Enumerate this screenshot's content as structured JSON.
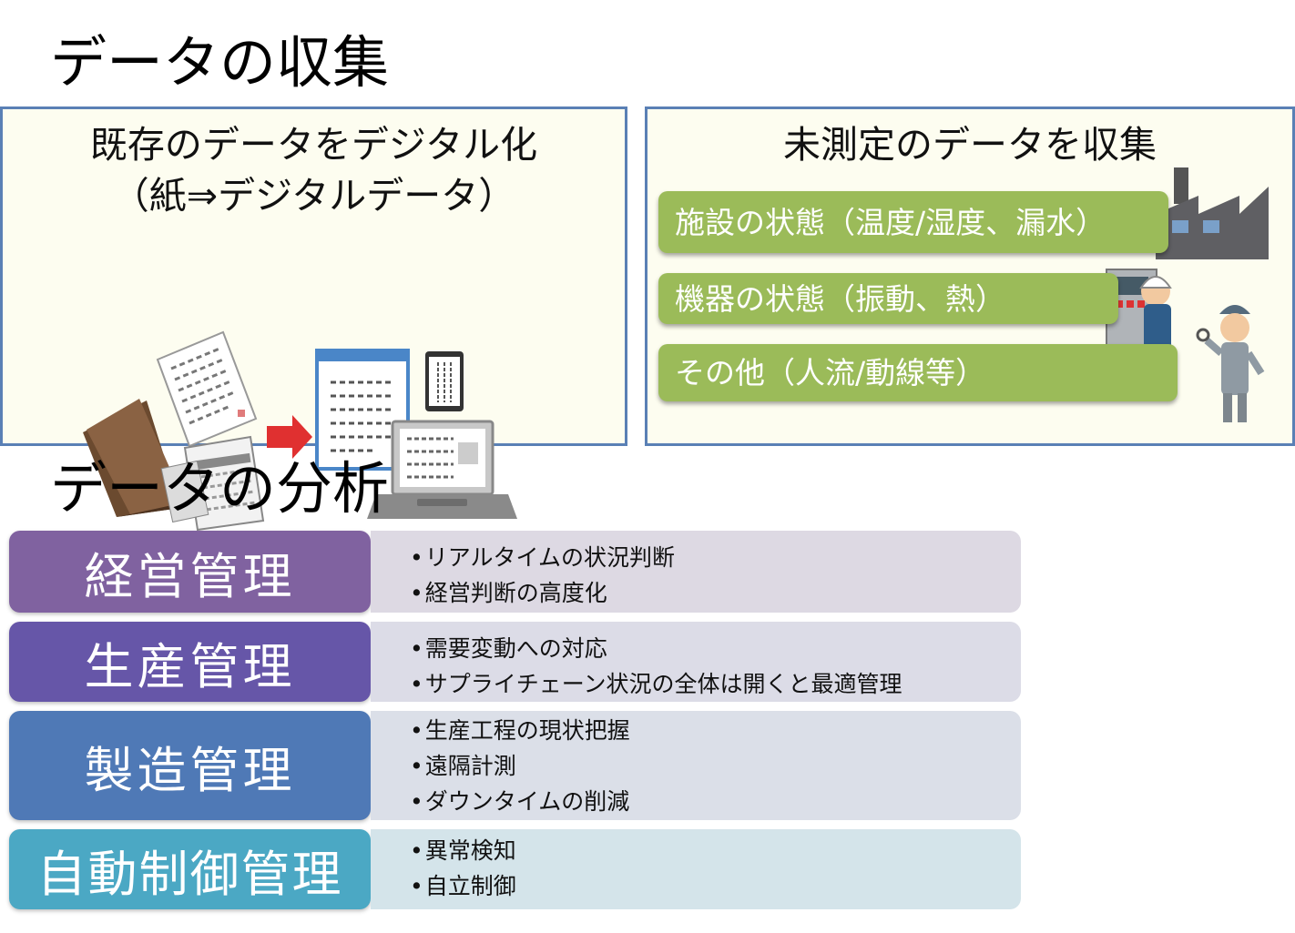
{
  "collection": {
    "heading": "データの収集",
    "digitize": {
      "title_line1": "既存のデータをデジタル化",
      "title_line2": "（紙⇒デジタルデータ）"
    },
    "measure": {
      "title": "未測定のデータを収集",
      "items": [
        "施設の状態（温度/湿度、漏水）",
        "機器の状態（振動、熱）",
        "その他（人流/動線等）"
      ]
    }
  },
  "analysis": {
    "heading": "データの分析",
    "rows": [
      {
        "label": "経営管理",
        "color": "#8062a0",
        "desc_bg": "#ddd9e3",
        "items": [
          "リアルタイムの状況判断",
          "経営判断の高度化"
        ]
      },
      {
        "label": "生産管理",
        "color": "#6656a8",
        "desc_bg": "#dcdce7",
        "items": [
          "需要変動への対応",
          "サプライチェーン状況の全体は開くと最適管理"
        ]
      },
      {
        "label": "製造管理",
        "color": "#4f79b6",
        "desc_bg": "#dbdfe8",
        "items": [
          "生産工程の現状把握",
          "遠隔計測",
          "ダウンタイムの削減"
        ]
      },
      {
        "label": "自動制御管理",
        "color": "#4ba8c4",
        "desc_bg": "#d4e4ea",
        "items": [
          "異常検知",
          "自立制御"
        ]
      }
    ]
  }
}
